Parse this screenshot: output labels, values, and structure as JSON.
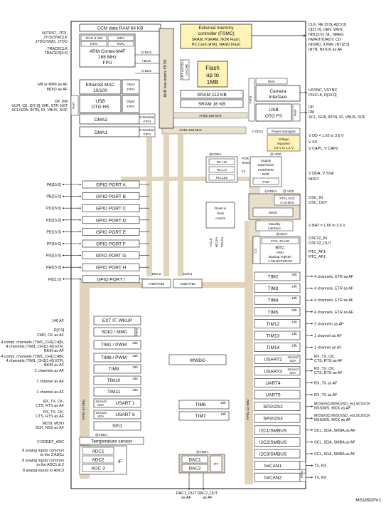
{
  "figure_id": "MS19920V1",
  "left_signals": [
    "NJTRST, JTDI,",
    "JTCK/SWCLK",
    "JTDO/SWD, JTDO",
    "TRACECLK",
    "TRACED[3:0]",
    "MII or RMII as AF",
    "MDIO as AF",
    "DP, DM",
    "ULPI: CK, D[7:0], DIR, STP, NXT",
    "SCL/SDA, INTN, ID, VBUS, SOF"
  ],
  "core": {
    "ccm": "CCM data RAM 64 KB",
    "jtag": "JTAG & SW",
    "mpu": "MPU",
    "etm": "ETM",
    "nvic": "NVIC",
    "cpu_l1": "ARM Cortex-M4F",
    "cpu_l2": "168 MHz",
    "cpu_l3": "FPU",
    "dbus": "D-BUS",
    "ibus": "I-BUS",
    "sbus": "S-BUS"
  },
  "masters": {
    "eth_l1": "Ethernet MAC",
    "eth_l2": "10/100",
    "eth_dma_l1": "DMA/",
    "eth_dma_l2": "FIFO",
    "usbhs_l1": "USB",
    "usbhs_l2": "OTG HS",
    "usbhs_dma_l1": "DMA/",
    "usbhs_dma_l2": "FIFO",
    "dma2": "DMA2",
    "dma1": "DMA1",
    "streams": "8 Streams",
    "fifo": "FIFO",
    "phy": "PHY"
  },
  "matrix": {
    "label": "AHB bus-matrix 8S7M",
    "art_l1": "ART ACCEL/",
    "art_l2": "CACHE",
    "flash_l1": "Flash",
    "flash_l2": "up to",
    "flash_l3": "1MB",
    "sram112": "SRAM 112 KB",
    "sram16": "SRAM 16 KB",
    "ahb2": "AHB2 168 MHz",
    "ahb1": "AHB1 168 MHz"
  },
  "fsmc": {
    "l1": "External memory",
    "l2": "controller (FSMC)",
    "l3": "SRAM, PSRAM, NOR Flash,",
    "l4": "PC Card (ATA), NAND Flash",
    "sig1": "CLK, NE [3:0], A[23:0]",
    "sig2": "D[31:0], OEN, WEN,",
    "sig3": "NBL[3:0], NL, NREG",
    "sig4": "NWAIT/IORDY, CD",
    "sig5": "NIORD, IOWR, INT[2:3]",
    "sig6": "INTN, NIIS16 as AF"
  },
  "ahb2_periph": {
    "rng": "RNG",
    "cam_l1": "Camera",
    "cam_l2": "interface",
    "usbfs_l1": "USB",
    "usbfs_l2": "OTG FS",
    "fifo": "FIFO",
    "phy": "PHY",
    "cam_sig1": "HSYNC, VSYNC",
    "cam_sig2": "PIXCLK, D[13:0]",
    "usb_sig1": "DP",
    "usb_sig2": "DM",
    "usb_sig3": "SCL, SDA, INTN, ID, VBUS, SOF"
  },
  "gpio": [
    {
      "pins": "PA[15:0]",
      "name": "GPIO PORT A"
    },
    {
      "pins": "PB[15:0]",
      "name": "GPIO PORT B"
    },
    {
      "pins": "PC[15:0]",
      "name": "GPIO PORT C"
    },
    {
      "pins": "PD[15:0]",
      "name": "GPIO PORT D"
    },
    {
      "pins": "PE[15:0]",
      "name": "GPIO PORT E"
    },
    {
      "pins": "PF[15:0]",
      "name": "GPIO PORT F"
    },
    {
      "pins": "PG[15:0]",
      "name": "GPIO PORT G"
    },
    {
      "pins": "PH[15:0]",
      "name": "GPIO PORT H"
    },
    {
      "pins": "PI[11:0]",
      "name": "GPIO PORT I"
    }
  ],
  "power": {
    "vdd12": "V DD12",
    "pm": "Power managmt",
    "vreg_l1": "Voltage",
    "vreg_l2": "regulator",
    "vreg_l3": "3.3 V to 1.2 V",
    "at_vdd": "@ VDD",
    "at_vdda": "@VDDA",
    "rc_hs": "RC HS",
    "rc_ls": "RC LS",
    "pll": "PLL1&2",
    "por": "POR",
    "reset": "Reset",
    "int": "Int",
    "supply_l1": "Supply",
    "supply_l2": "supervision",
    "supply_l3": "POR/PDR/",
    "supply_l4": "BOR",
    "pvd": "PVD",
    "rcc_l1": "Reset &",
    "rcc_l2": "clock",
    "rcc_l3": "control",
    "xtal_osc_l1": "XTAL OSC",
    "xtal_osc_l2": "4-16 MHz",
    "iwdg": "IWDG",
    "standby_l1": "Standby",
    "standby_l2": "interface",
    "at_vbat": "@VBAT",
    "xtal32": "XTAL 32 kHz",
    "rtc_l1": "RTC",
    "rtc_l2": "AWU",
    "rtc_l3": "Backup register",
    "rtc_l4": "4 KB BKPSRAM",
    "ls": "LS",
    "clk1": "FCLK",
    "clk2": "HCLKx",
    "clk3": "PCLKx",
    "sig_vdd": "V DD = 1.65 to 3.6 V",
    "sig_vss": "V SS",
    "sig_vcap": "V CAP1, V CAP2",
    "sig_vdda": "V DDA, V SSA",
    "sig_nrst": "NRST",
    "sig_oscin": "OSC_IN",
    "sig_oscout": "OSC_OUT",
    "sig_vbat": "V BAT = 1.65 to 3.6 V",
    "sig_osc32in": "OSC32_IN",
    "sig_osc32out": "OSC32_OUT",
    "sig_rtcaf1": "RTC_AF1",
    "sig_rtcaf2": "RTC_AF1"
  },
  "buses": {
    "dma2": "DMA2",
    "dma1": "DMA1",
    "bridge2": "AHB/APB2",
    "bridge1": "AHB/APB1",
    "apb2": "APB2 84 MHz",
    "apb1": "APB1 42 MHz"
  },
  "apb2": {
    "af_signals": [
      "140 AF",
      "D[7:0]",
      "CMD, CK as AF",
      "4 compl. channels (TIM1_CH1[1:4]N,",
      "4 channels (TIM1_CH1[1:4]) ETR,",
      "BKIN as AF",
      "4 compl. channels (TIM1_CH1[1:4]N,",
      "4 channels (TIM1_CH1[1:4]) ETR,",
      "BKIN as AF",
      "2 channels as AF",
      "1 channel as AF",
      "1 channel as AF",
      "RX, TX, CK,",
      "CTS, RTS as AF",
      "RX, TX, CK,",
      "CTS, RTS as AF",
      "MOSI, MISO",
      "SCK, NSS as AF",
      "V DDREF_ADC",
      "8 analog inputs common",
      "to the 3 ADCs",
      "8 analog inputs common",
      "to the ADC1 & 2",
      "8 analog inputs to ADC3"
    ],
    "exti": "EXT IT. WKUP",
    "sdio": "SDIO / MMC",
    "fifo": "FIFO",
    "tim1": "TIM1 / PWM",
    "tim8": "TIM8 / PWM",
    "tim9": "TIM9",
    "tim10": "TIM10",
    "tim11": "TIM11",
    "usart1": "USART 1",
    "usart6": "USART 6",
    "smcard_l1": "smcard",
    "smcard_l2": "irDA",
    "spi1": "SPI1",
    "at_vdda": "@VDDA",
    "temp": "Temperature sensor",
    "adc1": "ADC1",
    "adc2": "ADC2",
    "adc3": "ADC 3",
    "if": "IF",
    "b16": "16b"
  },
  "apb1": {
    "wwdg": "WWDG",
    "tim6": "TIM6",
    "tim7": "TIM7",
    "dac_vdda": "@VDDA",
    "dac1": "DAC1",
    "dac2": "DAC2",
    "itf": "ITF",
    "dac_out1_l1": "DAC1_OUT",
    "dac_out1_l2": "as AF",
    "dac_out2_l1": "DAC2_OUT",
    "dac_out2_l2": "as AF",
    "b16": "16b",
    "b32": "32b",
    "smcard_l1": "smcard",
    "smcard_l2": "irDA",
    "fifo": "FIFO",
    "blocks": [
      {
        "name": "TIM2",
        "tag": "32b",
        "sig": "4 channels, ETR as AF"
      },
      {
        "name": "TIM3",
        "tag": "16b",
        "sig": "4 channels, ETR as AF"
      },
      {
        "name": "TIM4",
        "tag": "16b",
        "sig": "4 channels, ETR as AF"
      },
      {
        "name": "TIM5",
        "tag": "32b",
        "sig": "4 channels, ETR as AF"
      },
      {
        "name": "TIM12",
        "tag": "16b",
        "sig": "2 channels as AF"
      },
      {
        "name": "TIM13",
        "tag": "16b",
        "sig": "1 channel as AF"
      },
      {
        "name": "TIM14",
        "tag": "16b",
        "sig": "1 channel as AF"
      },
      {
        "name": "USART2",
        "tag": "",
        "sig": "RX, TX, CK,",
        "sig2": "CTS, RTS as AF"
      },
      {
        "name": "USART3",
        "tag": "",
        "sig": "RX, TX, CK,",
        "sig2": "CTS, RTS as AF"
      },
      {
        "name": "UART4",
        "tag": "",
        "sig": "RX, TX as AF"
      },
      {
        "name": "UART5",
        "tag": "",
        "sig": "RX, TX as AF"
      },
      {
        "name": "SP2/I2S2",
        "tag": "",
        "sig": "MOSI/SD,MISO/SD_ext,SCK/CK",
        "sig2": "NSS/WS, MCK as AF"
      },
      {
        "name": "SP3/I2S3",
        "tag": "",
        "sig": "MOSI/SD,MISO/SD_ext,SCK/CK",
        "sig2": "NSS/WS, MCK as AF"
      },
      {
        "name": "I2C1/SMBUS",
        "tag": "",
        "sig": "SCL, SDA, SMBA as AF"
      },
      {
        "name": "I2C2/SMBUS",
        "tag": "",
        "sig": "SCL, SDA, SMBA as AF"
      },
      {
        "name": "I2C3/SMBUS",
        "tag": "",
        "sig": "SCL, SDA, SMBA as AF"
      },
      {
        "name": "bxCAN1",
        "tag": "",
        "sig": "TX, RX"
      },
      {
        "name": "bxCAN2",
        "tag": "",
        "sig": "TX, RX"
      }
    ]
  }
}
